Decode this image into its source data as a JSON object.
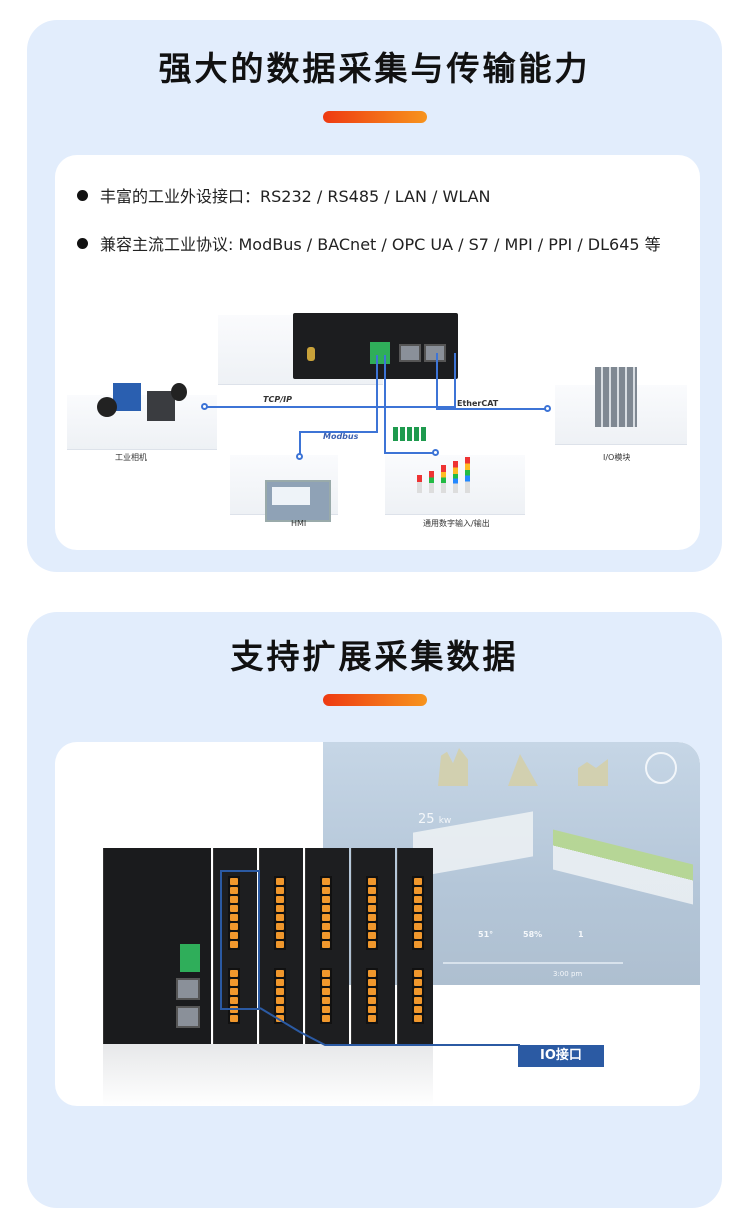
{
  "section1": {
    "title": "强大的数据采集与传输能力",
    "bullets": [
      "丰富的工业外设接口：RS232 / RS485 /  LAN  / WLAN",
      "兼容主流工业协议: ModBus / BACnet / OPC UA / S7 / MPI / PPI / DL645 等"
    ],
    "diagram": {
      "nodes": [
        "工业相机",
        "HMI",
        "通用数字输入/输出",
        "I/O模块"
      ],
      "protocols": [
        "TCP/IP",
        "Modbus",
        "EtherCAT"
      ]
    }
  },
  "section2": {
    "title": "支持扩展采集数据",
    "dashboard": {
      "power": "25",
      "power_unit": "kw",
      "temp": "51°",
      "humidity": "58%",
      "rain": "1",
      "time": "3:00 pm"
    },
    "callout": "IO接口"
  },
  "colors": {
    "card_bg": "#e2edfc",
    "accent_start": "#ee3a12",
    "accent_end": "#f7941d",
    "line": "#3d74d6",
    "callout": "#2b5aa3"
  }
}
